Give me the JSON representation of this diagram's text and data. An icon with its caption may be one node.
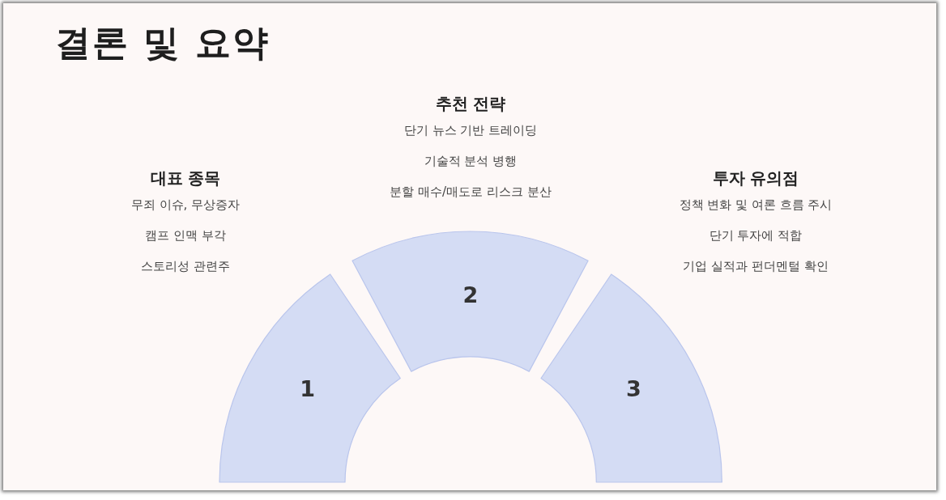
{
  "diagram": {
    "title": "결론 및 요약",
    "nodes": [
      {
        "text": [
          "1"
        ],
        "beside": [
          "대표 종목",
          "무죄 이슈, 무상증자",
          "캠프 인맥 부각",
          "스토리성 관련주"
        ]
      },
      {
        "text": [
          "2"
        ],
        "beside": [
          "추천 전략",
          "단기 뉴스 기반 트레이딩",
          "기술적 분석 병행",
          "분할 매수/매도로 리스크 분산"
        ]
      },
      {
        "text": [
          "3"
        ],
        "beside": [
          "투자 유의점",
          "정책 변화 및 여론 흐름 주시",
          "단기 투자에 적합",
          "기업 실적과 펀더멘털 확인"
        ]
      }
    ],
    "edges": []
  }
}
